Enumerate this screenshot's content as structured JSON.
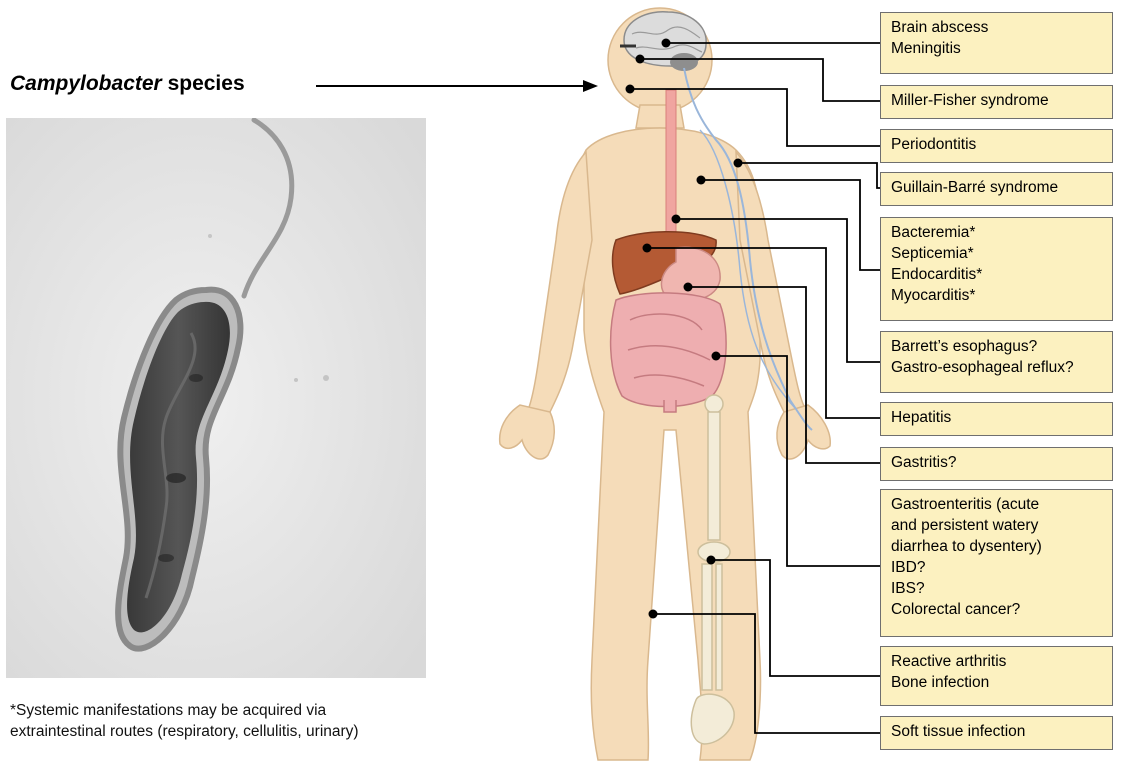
{
  "title": {
    "genus": "Campylobacter",
    "rest": "species"
  },
  "footnote": [
    "*Systemic manifestations may be acquired via",
    "extraintestinal routes (respiratory, cellulitis, urinary)"
  ],
  "boxes": [
    {
      "id": "brain",
      "lines": [
        "Brain abscess",
        "Meningitis"
      ]
    },
    {
      "id": "miller",
      "lines": [
        "Miller-Fisher syndrome"
      ]
    },
    {
      "id": "perio",
      "lines": [
        "Periodontitis"
      ]
    },
    {
      "id": "guillain",
      "lines": [
        "Guillain-Barré syndrome"
      ]
    },
    {
      "id": "systemic",
      "lines": [
        "Bacteremia*",
        "Septicemia*",
        "Endocarditis*",
        "Myocarditis*"
      ]
    },
    {
      "id": "barrett",
      "lines": [
        "Barrett’s esophagus?",
        "Gastro-esophageal reflux?"
      ]
    },
    {
      "id": "hepatitis",
      "lines": [
        "Hepatitis"
      ]
    },
    {
      "id": "gastritis",
      "lines": [
        "Gastritis?"
      ]
    },
    {
      "id": "gastro",
      "lines": [
        "Gastroenteritis (acute",
        "and persistent watery",
        "diarrhea to dysentery)",
        "IBD?",
        "IBS?",
        "Colorectal cancer?"
      ]
    },
    {
      "id": "arthritis",
      "lines": [
        "Reactive arthritis",
        "Bone infection"
      ]
    },
    {
      "id": "soft",
      "lines": [
        "Soft tissue infection"
      ]
    }
  ]
}
